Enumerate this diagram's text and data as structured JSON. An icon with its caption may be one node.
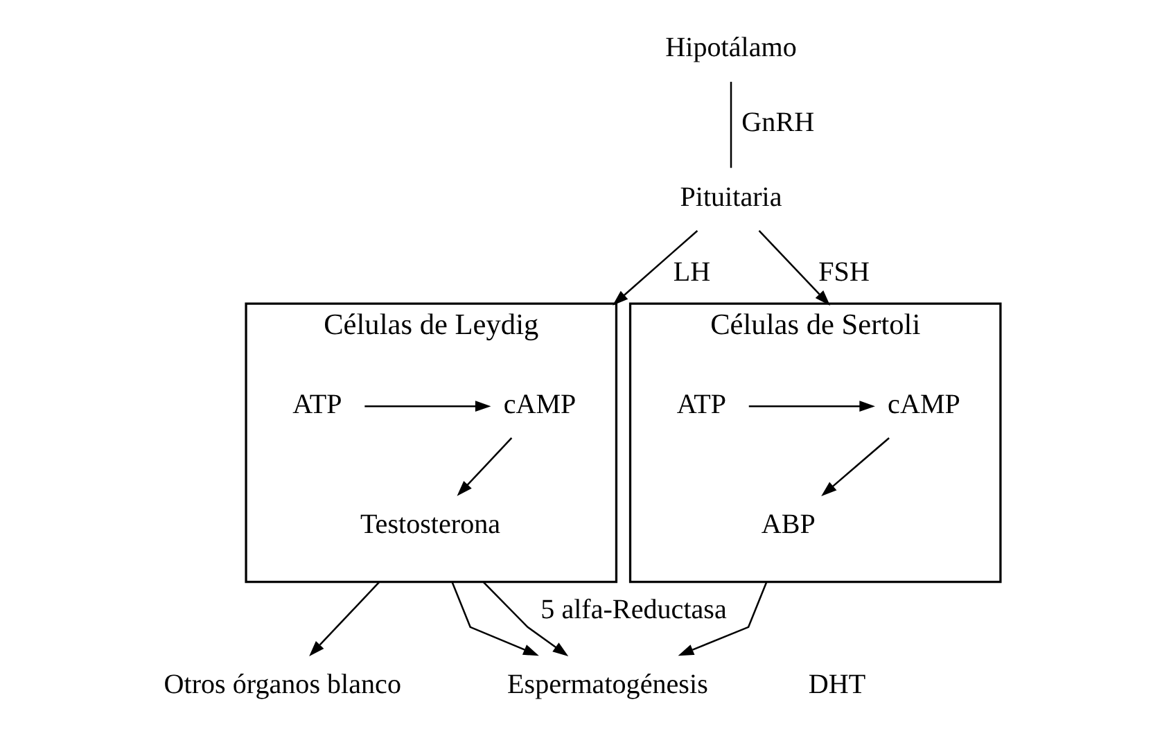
{
  "diagram": {
    "nodes": [
      {
        "text": [
          "Hipotálamo"
        ]
      },
      {
        "text": [
          "Pituitaria"
        ]
      },
      {
        "text": [
          "Células de Leydig"
        ]
      },
      {
        "text": [
          "cAMP"
        ],
        "in": 2
      },
      {
        "text": [
          "ATP"
        ],
        "in": 2
      },
      {
        "text": [
          "Testosterona"
        ],
        "in": 2
      },
      {
        "text": [
          "Células de Sertoli"
        ]
      },
      {
        "text": [
          "cAMP"
        ],
        "in": 6
      },
      {
        "text": [
          "ATP"
        ],
        "in": 6
      },
      {
        "text": [
          "ABP"
        ],
        "in": 6
      },
      {
        "text": [
          "Otros órganos blanco"
        ]
      },
      {
        "text": [
          "Espermatogénesis"
        ]
      }
    ],
    "edges": [
      {
        "from": 0,
        "to": 1,
        "arrow": "none",
        "label": "GnRH"
      },
      {
        "from": 1,
        "to": 2,
        "arrow": "to",
        "label": "LH"
      },
      {
        "from": 1,
        "to": 6,
        "arrow": "to",
        "label": "FSH"
      },
      {
        "from": 4,
        "to": 3,
        "arrow": "to"
      },
      {
        "from": 3,
        "to": 5,
        "arrow": "to"
      },
      {
        "from": 8,
        "to": 7,
        "arrow": "to"
      },
      {
        "from": 7,
        "to": 9,
        "arrow": "to"
      },
      {
        "from": 2,
        "to": 10,
        "arrow": "to"
      },
      {
        "from": 2,
        "to": 11,
        "arrow": "to"
      },
      {
        "from": 2,
        "to": 11,
        "arrow": "to",
        "label": "5 alfa-Reductasa"
      },
      {
        "from": 6,
        "to": 11,
        "arrow": "to"
      }
    ],
    "labels": [
      "DHT"
    ]
  }
}
